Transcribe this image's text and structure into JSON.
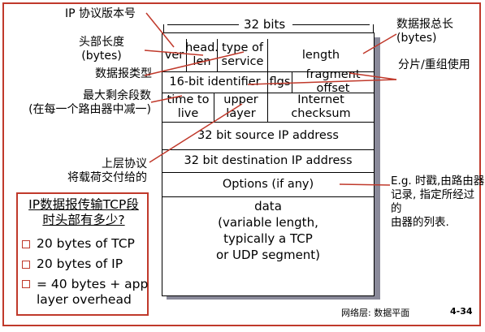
{
  "header": {
    "bits_label": "32 bits"
  },
  "fields": {
    "ver": "ver",
    "head_len": "head.\nlen",
    "type_of_service": "type of\nservice",
    "length": "length",
    "identifier": "16-bit identifier",
    "flgs": "flgs",
    "fragment_offset": "fragment\noffset",
    "ttl": "time to\nlive",
    "upper_layer": "upper\nlayer",
    "checksum": "Internet\nchecksum",
    "source_ip": "32 bit source IP address",
    "dest_ip": "32 bit destination IP address",
    "options": "Options (if any)",
    "data": "data\n(variable length,\ntypically a TCP\nor UDP segment)"
  },
  "annotations": {
    "version": "IP 协议版本号",
    "header_length": "头部长度\n(bytes)",
    "data_type": "数据报类型",
    "max_hops": "最大剩余段数\n(在每一个路由器中减一)",
    "upper_protocol": "上层协议\n将载荷交付给的",
    "total_length": "数据报总长\n(bytes)",
    "fragment": "分片/重组使用",
    "options_example": "E.g. 时戳,由路由器\n记录, 指定所经过的\n由器的列表."
  },
  "overhead_box": {
    "title": "IP数据报传输TCP段\n时头部有多少?",
    "items": [
      "20 bytes of TCP",
      "20 bytes of IP",
      "= 40 bytes + app\nlayer overhead"
    ]
  },
  "footer": {
    "chapter": "网络层: 数据平面",
    "page": "4-34"
  }
}
